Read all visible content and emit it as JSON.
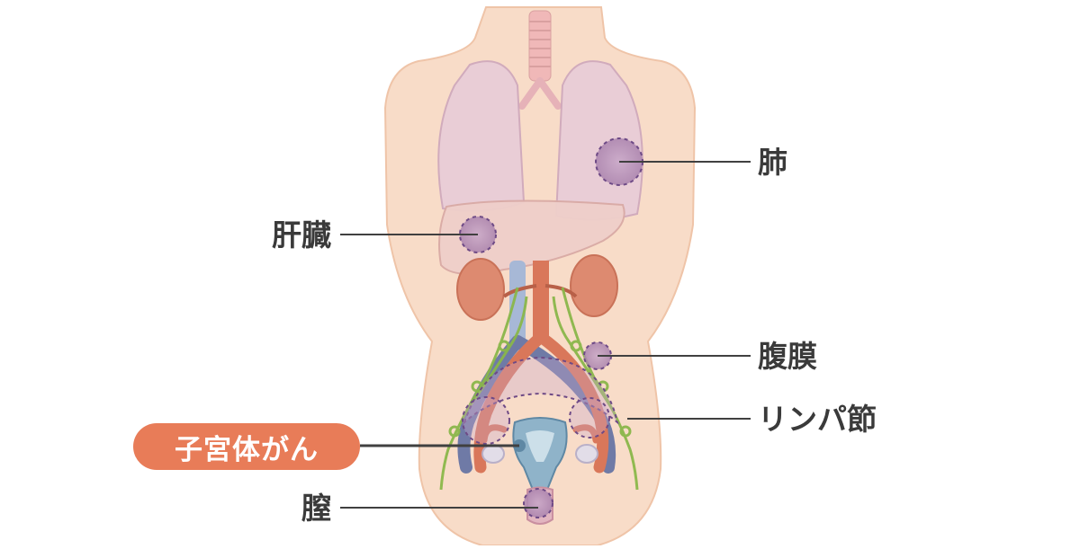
{
  "colors": {
    "skin": "#f8dcc8",
    "skin_shade": "#efc4a8",
    "lung": "#e8ccd8",
    "liver": "#efcfca",
    "kidney": "#dd8a70",
    "artery": "#d9775a",
    "vein": "#6f7aa6",
    "lymph": "#8ab74a",
    "uterus": "#8fb3c9",
    "lesion": "#b690b8",
    "lesion_border": "#6e4a86",
    "highlight": "#e87c58",
    "leader": "#404040"
  },
  "labels": {
    "lung": "肺",
    "liver": "肝臓",
    "peritoneum": "腹膜",
    "lymph_node": "リンパ節",
    "uterine_cancer": "子宮体がん",
    "vagina": "膣"
  },
  "icons": [
    "female-torso-anatomy"
  ]
}
